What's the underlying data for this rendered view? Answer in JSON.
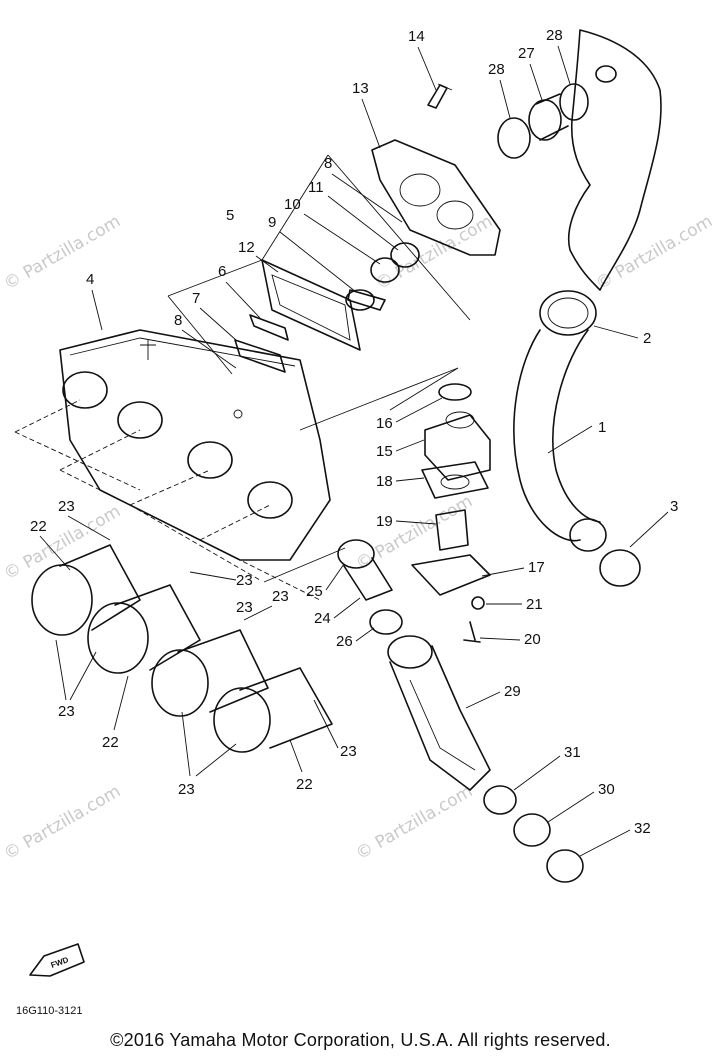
{
  "watermark": "© Partzilla.com",
  "diagram_code": "16G110-3121",
  "fwd_label": "FWD",
  "copyright": "©2016 Yamaha Motor Corporation, U.S.A. All rights reserved.",
  "callouts": {
    "p1": "1",
    "p2": "2",
    "p3": "3",
    "p4": "4",
    "p5": "5",
    "p6": "6",
    "p7": "7",
    "p8a": "8",
    "p8b": "8",
    "p9": "9",
    "p10": "10",
    "p11": "11",
    "p12": "12",
    "p13": "13",
    "p14": "14",
    "p15": "15",
    "p16": "16",
    "p17": "17",
    "p18": "18",
    "p19": "19",
    "p20": "20",
    "p21": "21",
    "p22a": "22",
    "p22b": "22",
    "p22c": "22",
    "p23a": "23",
    "p23b": "23",
    "p23c": "23",
    "p23d": "23",
    "p23e": "23",
    "p23f": "23",
    "p23g": "23",
    "p24": "24",
    "p25": "25",
    "p26": "26",
    "p27": "27",
    "p28a": "28",
    "p28b": "28",
    "p29": "29",
    "p30": "30",
    "p31": "31",
    "p32": "32"
  }
}
